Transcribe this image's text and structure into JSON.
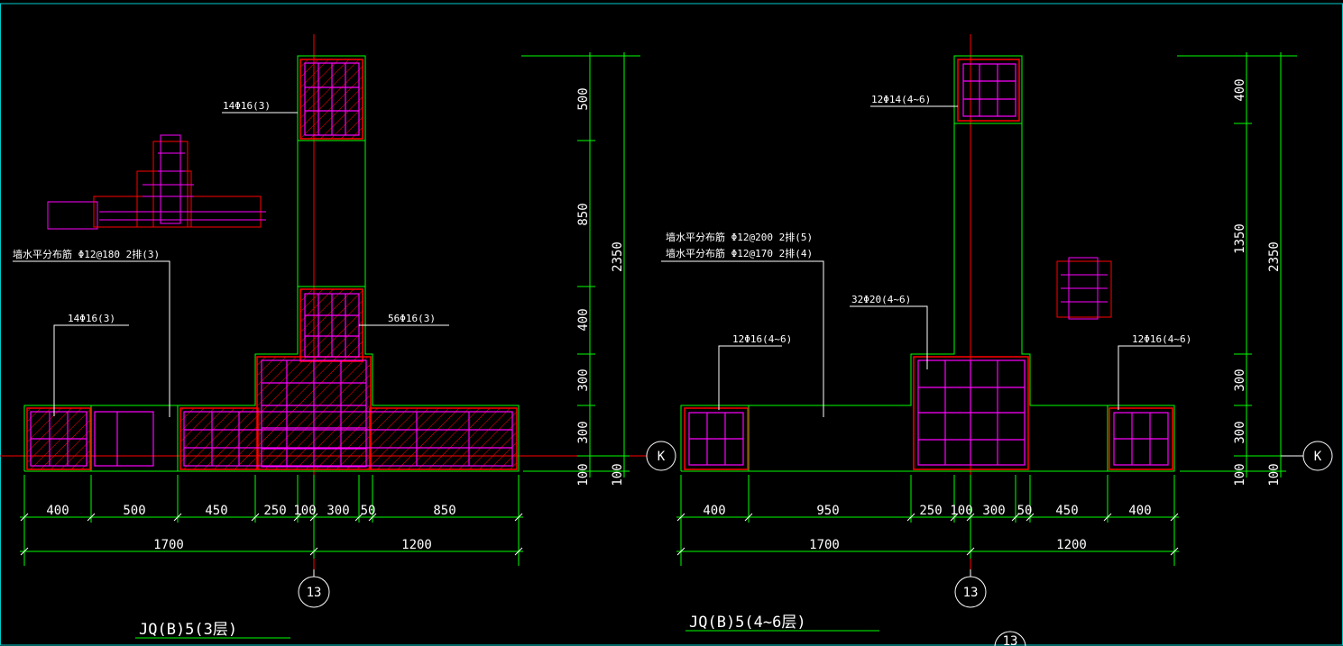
{
  "colors": {
    "background": "#000000",
    "outline": "#00ff00",
    "rebar_stirrup": "#ff00ff",
    "hatch": "#ff0000",
    "axis_line": "#ff0000",
    "text": "#ffffff",
    "frame": "#00cccc"
  },
  "left_drawing": {
    "title": "JQ(B)5(3层)",
    "axis_bottom": "13",
    "axis_right": "K",
    "labels": {
      "top_column": "14Φ16(3)",
      "wall_bar": "墙水平分布筋 Φ12@180 2排(3)",
      "left_end": "14Φ16(3)",
      "center_col": "56Φ16(3)"
    },
    "dims_h": [
      "400",
      "500",
      "450",
      "250",
      "100",
      "300",
      "50",
      "850"
    ],
    "dims_h_total": [
      "1700",
      "1200"
    ],
    "dims_v": [
      "500",
      "850",
      "400",
      "300",
      "300",
      "100"
    ],
    "dims_v_total": [
      "2350",
      "100"
    ]
  },
  "right_drawing": {
    "title": "JQ(B)5(4~6层)",
    "axis_bottom": "13",
    "axis_right": "K",
    "axis_bottom_partial": "13",
    "labels": {
      "top_column": "12Φ14(4~6)",
      "wall_bar_1": "墙水平分布筋 Φ12@200 2排(5)",
      "wall_bar_2": "墙水平分布筋 Φ12@170 2排(4)",
      "center_col": "32Φ20(4~6)",
      "left_end": "12Φ16(4~6)",
      "right_end": "12Φ16(4~6)"
    },
    "dims_h": [
      "400",
      "950",
      "250",
      "100",
      "300",
      "50",
      "450",
      "400"
    ],
    "dims_h_total": [
      "1700",
      "1200"
    ],
    "dims_v": [
      "400",
      "1350",
      "300",
      "300",
      "100"
    ],
    "dims_v_total": [
      "2350",
      "100"
    ]
  }
}
